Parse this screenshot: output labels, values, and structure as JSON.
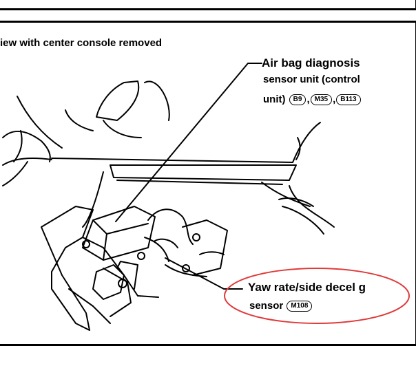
{
  "caption": "iew with center console removed",
  "callout_airbag": {
    "line1": "Air bag diagnosis",
    "line2": "sensor unit (control",
    "line3_prefix": "unit)",
    "connectors": [
      "B9",
      "M35",
      "B113"
    ]
  },
  "callout_yaw": {
    "line1": "Yaw rate/side decel g",
    "line2_prefix": "sensor",
    "connector": "M108"
  },
  "highlight_color": "#e03a3a"
}
